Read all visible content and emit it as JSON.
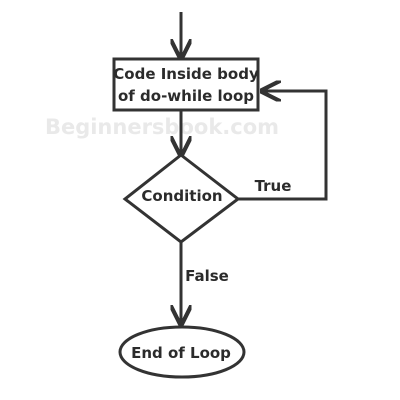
{
  "diagram": {
    "watermark": "Beginnersbook.com",
    "process_box": {
      "line1": "Code Inside body",
      "line2": "of do-while loop"
    },
    "decision": {
      "label": "Condition"
    },
    "true_label": "True",
    "false_label": "False",
    "terminal": {
      "label": "End of Loop"
    },
    "colors": {
      "stroke": "#333333",
      "text": "#2b2b2b",
      "watermark": "#e9e9e9",
      "background": "#ffffff"
    }
  }
}
